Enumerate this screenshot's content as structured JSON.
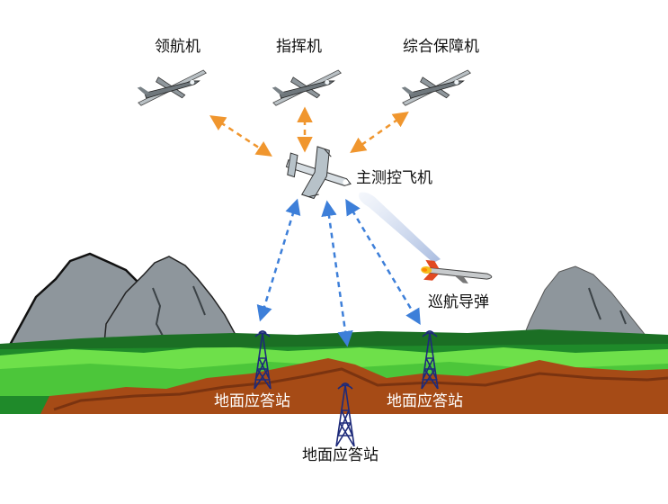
{
  "labels": {
    "lead_aircraft": "领航机",
    "command_aircraft": "指挥机",
    "support_aircraft": "综合保障机",
    "main_control_aircraft": "主测控飞机",
    "cruise_missile": "巡航导弹",
    "ground_station_left": "地面应答站",
    "ground_station_right": "地面应答站",
    "ground_station_bottom": "地面应答站"
  },
  "colors": {
    "orange_link": "#f0962e",
    "blue_link": "#3d7fd9",
    "mountain": "#8e969c",
    "grass_dark": "#1f8a2a",
    "grass_light": "#6ee04a",
    "soil": "#a64b16",
    "tower": "#1d2a7a"
  },
  "icons": [
    "drone-icon",
    "transport-aircraft-icon",
    "cruise-missile-icon",
    "radio-tower-icon"
  ]
}
